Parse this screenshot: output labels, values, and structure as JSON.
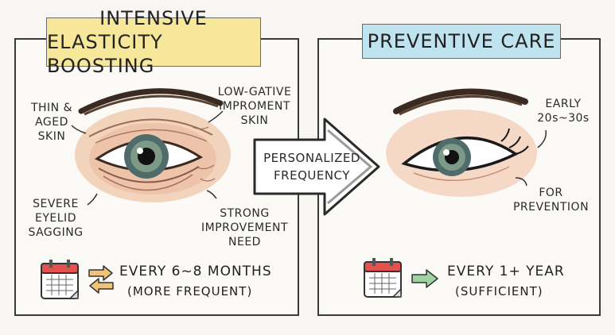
{
  "left": {
    "title_line1": "INTENSIVE",
    "title_line2": "ELASTICITY BOOSTING",
    "labels": {
      "thin_aged": [
        "THIN &",
        "AGED",
        "SKIN"
      ],
      "low_gative": [
        "LOW-GATIVE",
        "IMPROMENT",
        "SKIN"
      ],
      "severe": [
        "SEVERE",
        "EYELID",
        "SAGGING"
      ],
      "strong": [
        "STRONG",
        "IMPROVEMENT",
        "NEED"
      ]
    },
    "frequency": "EVERY 6~8 MONTHS",
    "frequency_note": "(MORE FREQUENT)",
    "title_color": "#f6e79a",
    "arrow_color": "#f0c27a"
  },
  "center": {
    "line1": "PERSONALIZED",
    "line2": "FREQUENCY"
  },
  "right": {
    "title": "PREVENTIVE CARE",
    "labels": {
      "early": [
        "EARLY",
        "20s~30s"
      ],
      "prevention": [
        "FOR",
        "PREVENTION"
      ]
    },
    "frequency": "EVERY 1+ YEAR",
    "frequency_note": "(SUFFICIENT)",
    "title_color": "#bfe3ef",
    "arrow_color": "#9fd4a0"
  },
  "icons": {
    "calendar": "calendar-icon",
    "swap_arrows": "swap-arrows-icon",
    "forward_arrow": "forward-arrow-icon"
  }
}
